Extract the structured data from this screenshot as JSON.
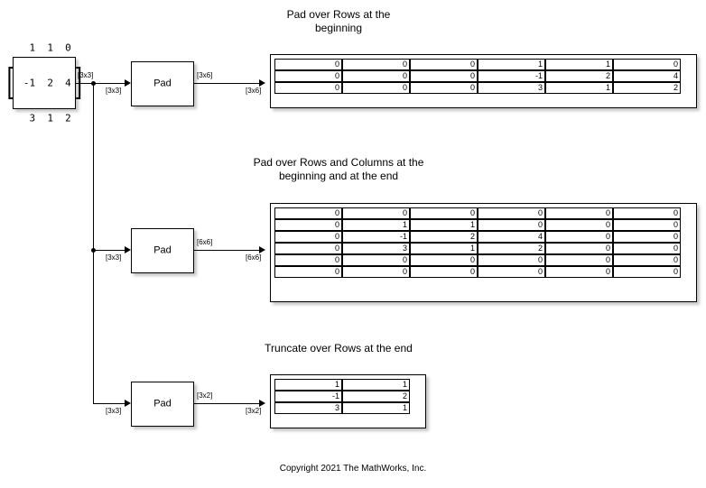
{
  "model": {
    "copyright": "Copyright 2021 The MathWorks, Inc."
  },
  "source": {
    "name": "constant-matrix-source",
    "rows": [
      "  1  1  0",
      " -1  2  4",
      "  3  1  2"
    ],
    "open_bracket": "[",
    "close_bracket": "]"
  },
  "branches": [
    {
      "id": "pad-rows-begin",
      "title": "Pad over Rows at the\nbeginning",
      "block_label": "Pad",
      "in_label": "[3x3]",
      "out_label_top": "[3x6]",
      "out_label_bottom": "[3x6]",
      "display": {
        "rows": 3,
        "cols": 6,
        "values": [
          [
            "0",
            "0",
            "0",
            "1",
            "1",
            "0"
          ],
          [
            "0",
            "0",
            "0",
            "-1",
            "2",
            "4"
          ],
          [
            "0",
            "0",
            "0",
            "3",
            "1",
            "2"
          ]
        ]
      }
    },
    {
      "id": "pad-rows-cols-begin-end",
      "title": "Pad over Rows and Columns at the\nbeginning and at the end",
      "block_label": "Pad",
      "in_label": "[3x3]",
      "out_label_top": "[6x6]",
      "out_label_bottom": "[6x6]",
      "display": {
        "rows": 6,
        "cols": 6,
        "values": [
          [
            "0",
            "0",
            "0",
            "0",
            "0",
            "0"
          ],
          [
            "0",
            "1",
            "1",
            "0",
            "0",
            "0"
          ],
          [
            "0",
            "-1",
            "2",
            "4",
            "0",
            "0"
          ],
          [
            "0",
            "3",
            "1",
            "2",
            "0",
            "0"
          ],
          [
            "0",
            "0",
            "0",
            "0",
            "0",
            "0"
          ],
          [
            "0",
            "0",
            "0",
            "0",
            "0",
            "0"
          ]
        ]
      }
    },
    {
      "id": "truncate-rows-end",
      "title": "Truncate over Rows at the end",
      "block_label": "Pad",
      "in_label": "[3x3]",
      "out_label_top": "[3x2]",
      "out_label_bottom": "[3x2]",
      "display": {
        "rows": 3,
        "cols": 2,
        "values": [
          [
            "1",
            "1"
          ],
          [
            "-1",
            "2"
          ],
          [
            "3",
            "1"
          ]
        ]
      }
    }
  ],
  "source_signal_label": "[3x3]",
  "colors": {
    "wire": "#000000",
    "block_fill": "#ffffff",
    "block_border": "#000000",
    "canvas": "#ffffff"
  }
}
